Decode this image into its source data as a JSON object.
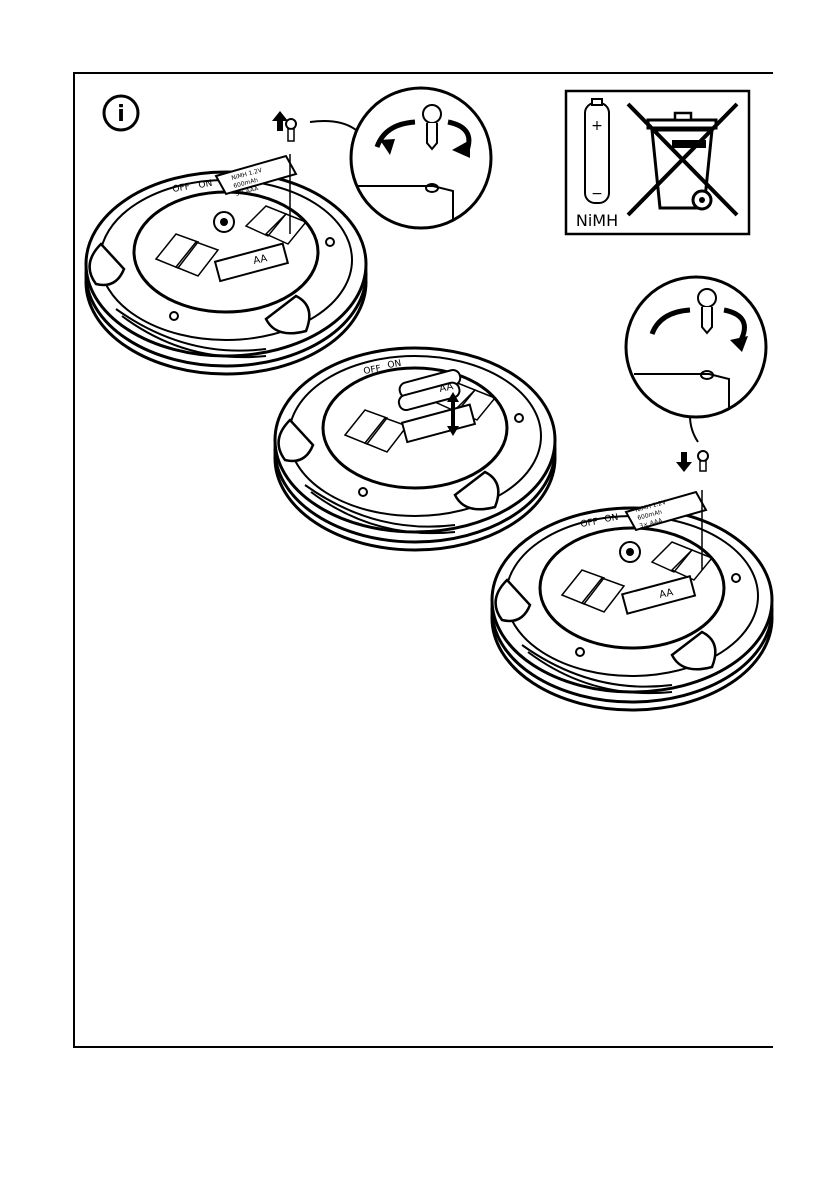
{
  "info_symbol": "i",
  "battery_type": "NiMH",
  "battery_plus": "+",
  "battery_minus": "−",
  "battery_size": "AA",
  "switch_on": "ON",
  "switch_off": "OFF",
  "cover_text_lines": [
    "NiMH 1.2V",
    "600mAh",
    "3× AAA"
  ],
  "colors": {
    "ink": "#000000",
    "paper": "#ffffff",
    "fill_gray": "#dddddd"
  },
  "icons": [
    "info-icon",
    "weee-disposal-icon",
    "arrow-up-icon",
    "arrow-down-icon",
    "rotate-arrow-icon"
  ]
}
